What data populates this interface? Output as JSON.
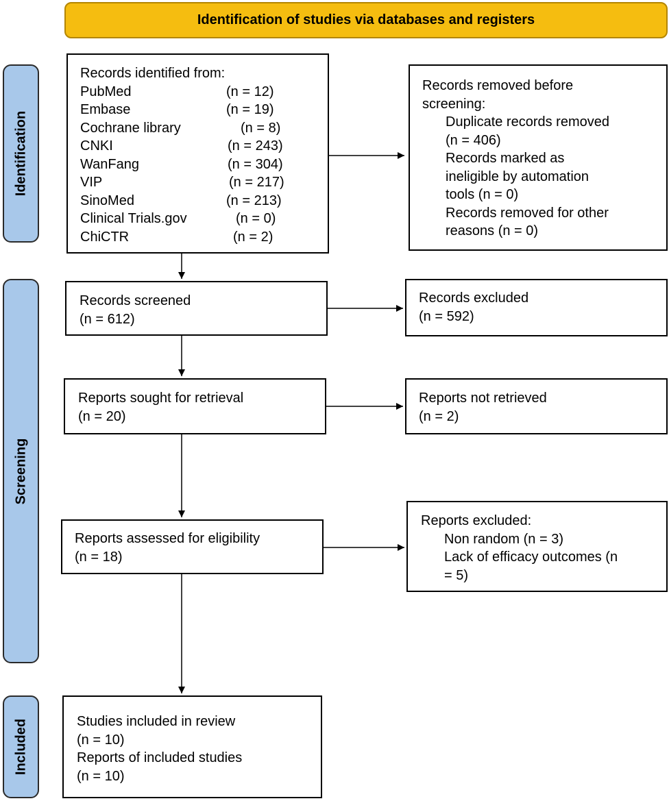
{
  "header": {
    "title": "Identification of studies via databases and registers"
  },
  "stages": {
    "identification": "Identification",
    "screening": "Screening",
    "included": "Included"
  },
  "identified": {
    "heading": "Records identified from:",
    "sources": [
      {
        "name": "PubMed",
        "count": "(n = 12)"
      },
      {
        "name": "Embase",
        "count": "(n = 19)"
      },
      {
        "name": "Cochrane library",
        "count": "(n = 8)"
      },
      {
        "name": "CNKI",
        "count": "(n = 243)"
      },
      {
        "name": "WanFang",
        "count": "(n = 304)"
      },
      {
        "name": "VIP",
        "count": "(n = 217)"
      },
      {
        "name": "SinoMed",
        "count": "(n = 213)"
      },
      {
        "name": "Clinical Trials.gov",
        "count": "(n = 0)"
      },
      {
        "name": "ChiCTR",
        "count": "(n = 2)"
      }
    ]
  },
  "removed": {
    "heading_1": "Records removed before",
    "heading_2": "screening:",
    "lines": [
      "Duplicate records removed",
      "(n = 406)",
      "Records marked as",
      "ineligible by automation",
      "tools (n = 0)",
      "Records removed for other",
      "reasons (n = 0)"
    ]
  },
  "screened": {
    "label": "Records screened",
    "count": "(n = 612)"
  },
  "excluded": {
    "label": "Records excluded",
    "count": "(n = 592)"
  },
  "sought": {
    "label": "Reports sought for retrieval",
    "count": "(n = 20)"
  },
  "not_retrieved": {
    "label": "Reports not retrieved",
    "count": "(n = 2)"
  },
  "assessed": {
    "label": "Reports assessed for eligibility",
    "count": "(n = 18)"
  },
  "reports_excluded": {
    "heading": "Reports excluded:",
    "lines": [
      "Non random (n = 3)",
      "Lack of efficacy outcomes (n",
      "= 5)"
    ]
  },
  "included": {
    "studies_label": "Studies included in review",
    "studies_count": "(n = 10)",
    "reports_label": "Reports of included studies",
    "reports_count": "(n = 10)"
  }
}
